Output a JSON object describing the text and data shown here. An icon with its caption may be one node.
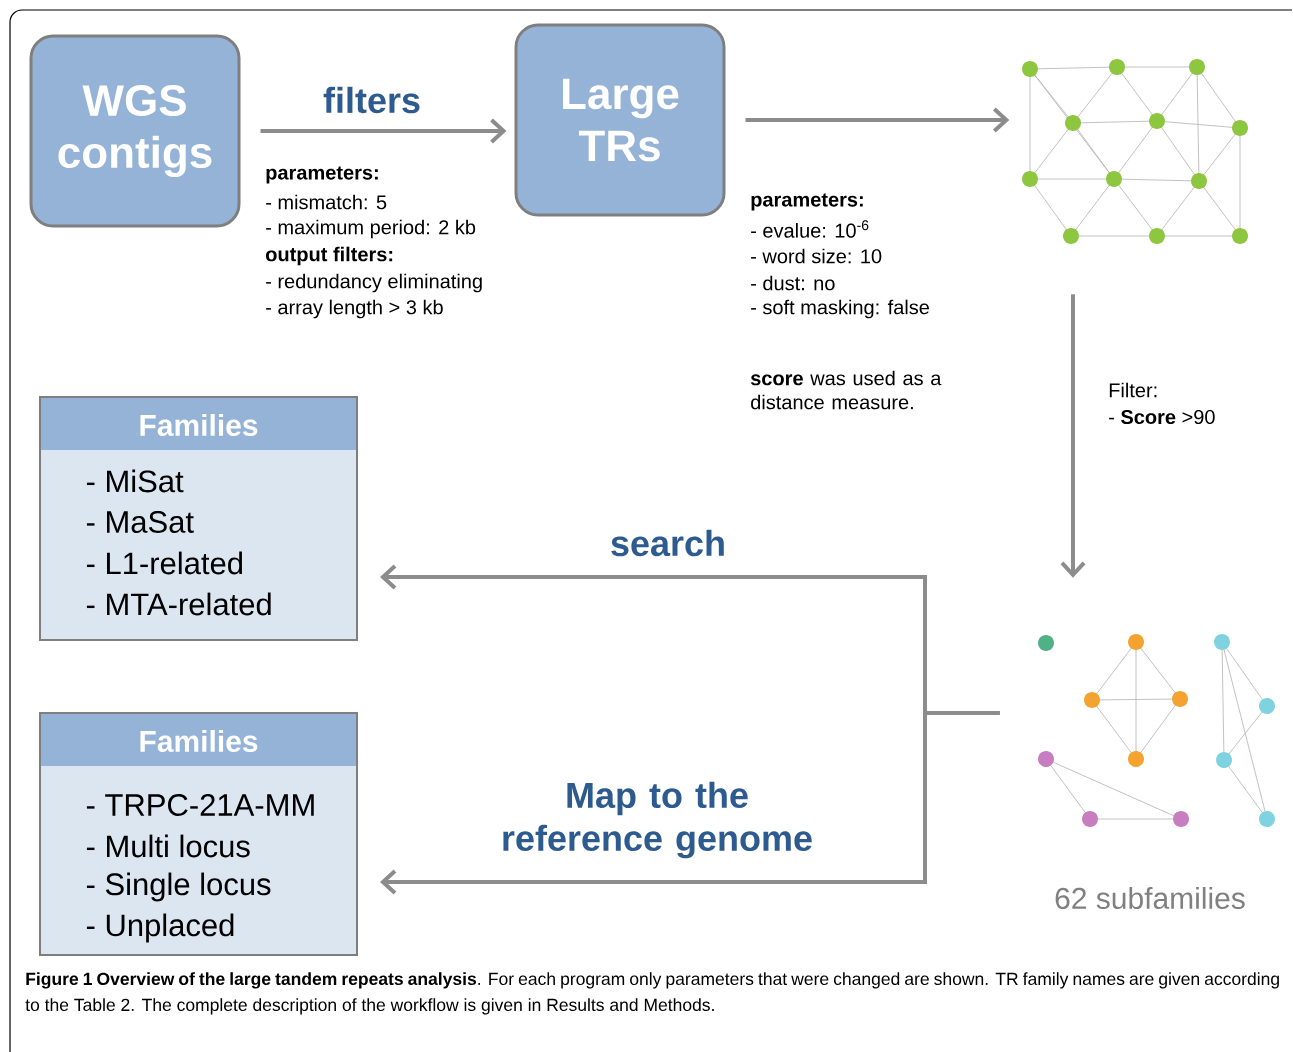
{
  "diagram": {
    "caption": "**Figure 1 Overview of the large tandem repeats analysis**. For each program only parameters that were changed are shown. TR family names are given according to the Table 2. The complete description of the workflow is given in Results and Methods.",
    "nodes": [
      {
        "text": [
          "WGS contigs"
        ]
      },
      {
        "text": [
          "Large TRs"
        ]
      },
      {
        "text": [],
        "shape": "picture"
      },
      {
        "text": [],
        "shape": "picture",
        "beside": [
          "62 subfamilies"
        ]
      },
      {
        "text": [
          "Families",
          "- MiSat",
          "- MaSat",
          "- L1-related",
          "- MTA-related"
        ]
      },
      {
        "text": [
          "Families",
          "- TRPC-21A-MM",
          "- Multi locus",
          "- Single locus",
          "- Unplaced"
        ]
      }
    ],
    "edges": [
      {
        "from": 0,
        "to": 1,
        "arrow": "to",
        "label": "filters"
      },
      {
        "from": 1,
        "to": 2,
        "arrow": "to"
      },
      {
        "from": 2,
        "to": 3,
        "arrow": "to"
      },
      {
        "from": 3,
        "to": 4,
        "arrow": "to",
        "label": "search"
      },
      {
        "from": 3,
        "to": 5,
        "arrow": "to",
        "label": "Map to the reference genome"
      }
    ],
    "labels": [
      "parameters:",
      "- mismatch: 5",
      "- maximum period: 2 kb",
      "output filters:",
      "- redundancy eliminating",
      "- array length > 3 kb",
      "parameters:",
      "- evalue: 10$^{-6}$",
      "- word size: 10",
      "- dust: no",
      "- soft masking: false",
      "**score** was used as a distance measure.",
      "Filter:",
      "- **Score** >90"
    ]
  }
}
